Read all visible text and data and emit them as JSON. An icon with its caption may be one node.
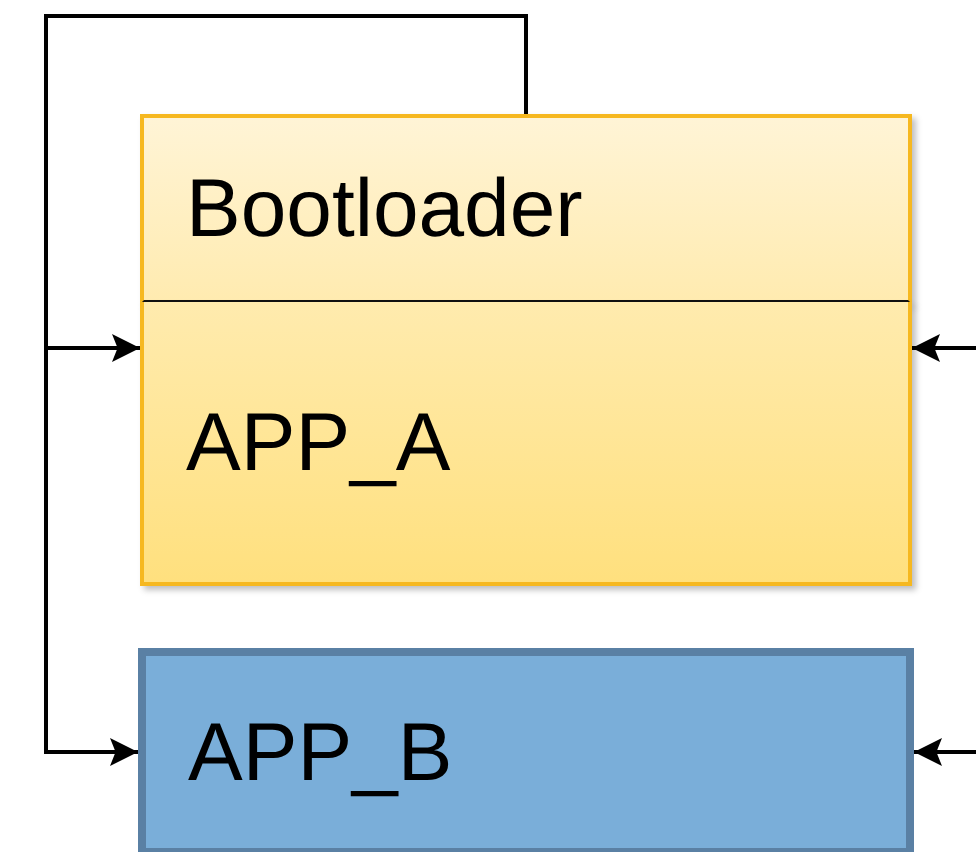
{
  "diagram": {
    "nodes": [
      {
        "text": [
          "Bootloader"
        ]
      },
      {
        "text": [
          "APP_A"
        ]
      },
      {
        "text": [
          "APP_B"
        ]
      }
    ],
    "edges": [
      {
        "from": 0,
        "to": 1,
        "arrow": "to"
      },
      {
        "from": 0,
        "to": 2,
        "arrow": "to"
      },
      {
        "from": null,
        "to": 1,
        "arrow": "to"
      },
      {
        "from": null,
        "to": 2,
        "arrow": "to"
      }
    ]
  }
}
